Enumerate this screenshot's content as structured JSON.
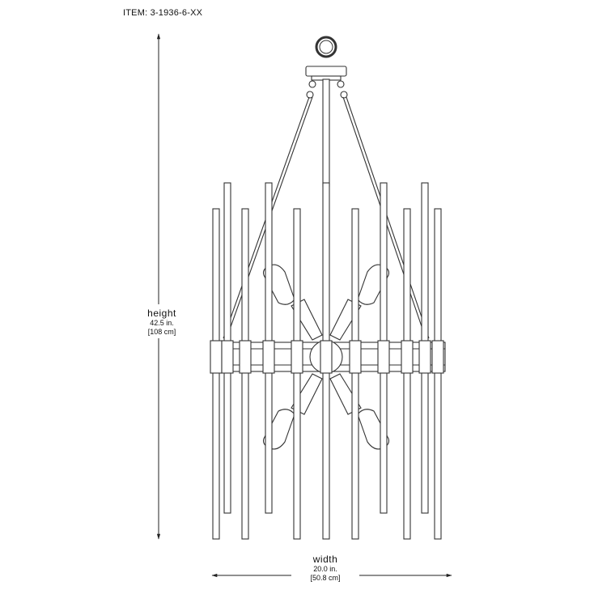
{
  "item": "ITEM: 3-1936-6-XX",
  "height": {
    "label": "height",
    "inches": "42.5 in.",
    "cm": "[108 cm]"
  },
  "width": {
    "label": "width",
    "inches": "20.0 in.",
    "cm": "[50.8 cm]"
  }
}
